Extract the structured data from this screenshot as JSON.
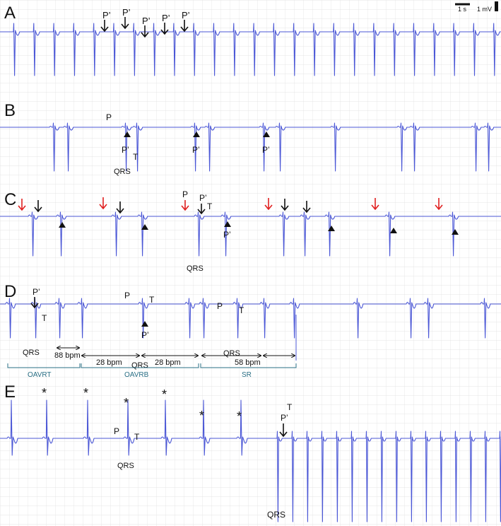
{
  "panels": [
    "A",
    "B",
    "C",
    "D",
    "E"
  ],
  "scale": {
    "time": "1 s",
    "voltage": "1 mV"
  },
  "labels": {
    "p_prime": "P’",
    "p": "P",
    "t": "T",
    "qrs": "QRS",
    "star": "*"
  },
  "panel_d": {
    "intervals": [
      "88 bpm",
      "28 bpm",
      "28 bpm",
      "58 bpm"
    ],
    "segments": [
      "OAVRT",
      "OAVRB",
      "SR"
    ]
  },
  "colors": {
    "trace": "#4b57d6",
    "grid": "#d9d9d9",
    "red_arrow": "#e02020",
    "segment": "#2a6f85"
  }
}
